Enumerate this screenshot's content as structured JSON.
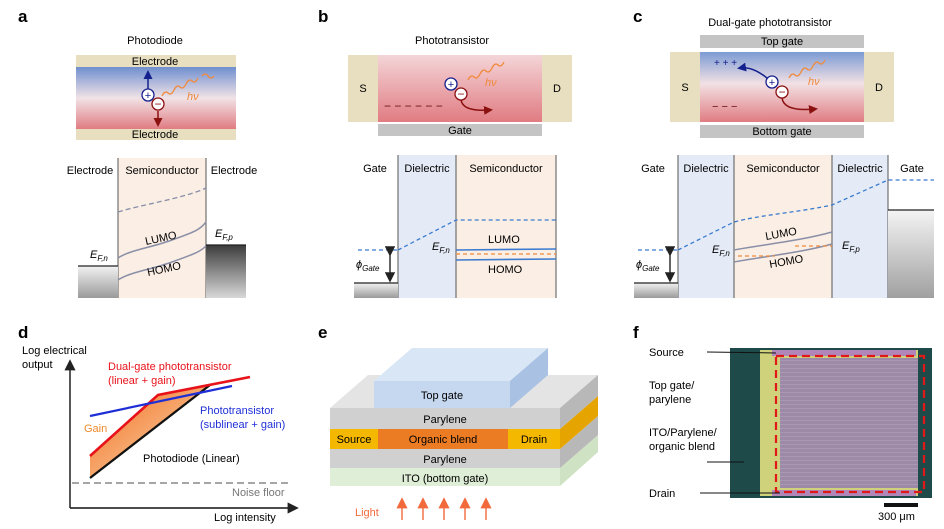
{
  "panels": {
    "a": {
      "letter": "a",
      "title": "Photodiode",
      "top_electrode": "Electrode",
      "bottom_electrode": "Electrode",
      "hv": "hν",
      "plus": "+",
      "minus": "−",
      "band_left": "Electrode",
      "band_mid": "Semiconductor",
      "band_right": "Electrode",
      "lumo": "LUMO",
      "homo": "HOMO",
      "efn_main": "E",
      "efn_sub": "F,n",
      "efp_main": "E",
      "efp_sub": "F,p"
    },
    "b": {
      "letter": "b",
      "title": "Phototransistor",
      "s": "S",
      "d": "D",
      "gate": "Gate",
      "hv": "hν",
      "plus": "+",
      "minus": "−",
      "dash_row": "−   −   −   −          −   −",
      "band_gate": "Gate",
      "band_dielectric": "Dielectric",
      "band_semi": "Semiconductor",
      "lumo": "LUMO",
      "homo": "HOMO",
      "efn_main": "E",
      "efn_sub": "F,n",
      "phi_main": "ϕ",
      "phi_sub": "Gate"
    },
    "c": {
      "letter": "c",
      "title": "Dual-gate phototransistor",
      "top_gate": "Top gate",
      "bottom_gate": "Bottom gate",
      "s": "S",
      "d": "D",
      "hv": "hν",
      "plus": "+",
      "minus": "−",
      "plus_row": "+        +        +",
      "minus_row": "−        −        −",
      "band_gate_l": "Gate",
      "band_diel_l": "Dielectric",
      "band_semi": "Semiconductor",
      "band_diel_r": "Dielectric",
      "band_gate_r": "Gate",
      "lumo": "LUMO",
      "homo": "HOMO",
      "efn_main": "E",
      "efn_sub": "F,n",
      "efp_main": "E",
      "efp_sub": "F,p",
      "phi_main": "ϕ",
      "phi_sub": "Gate"
    },
    "d": {
      "letter": "d",
      "ylabel_1": "Log electrical",
      "ylabel_2": "output",
      "xlabel": "Log intensity",
      "dual_1": "Dual-gate phototransistor",
      "dual_2": "(linear + gain)",
      "pt_1": "Phototransistor",
      "pt_2": "(sublinear + gain)",
      "gain": "Gain",
      "pd": "Photodiode (Linear)",
      "noise": "Noise floor",
      "colors": {
        "dual": "#e8121a",
        "photo": "#1f2fd6",
        "gain": "#f08a2a"
      }
    },
    "e": {
      "letter": "e",
      "top_gate": "Top gate",
      "parylene_top": "Parylene",
      "source": "Source",
      "organic": "Organic blend",
      "drain": "Drain",
      "parylene_bot": "Parylene",
      "ito": "ITO (bottom gate)",
      "light": "Light"
    },
    "f": {
      "letter": "f",
      "source": "Source",
      "topgate_1": "Top gate/",
      "topgate_2": "parylene",
      "ito_1": "ITO/Parylene/",
      "ito_2": "organic blend",
      "drain": "Drain",
      "scale": "300 μm"
    }
  }
}
